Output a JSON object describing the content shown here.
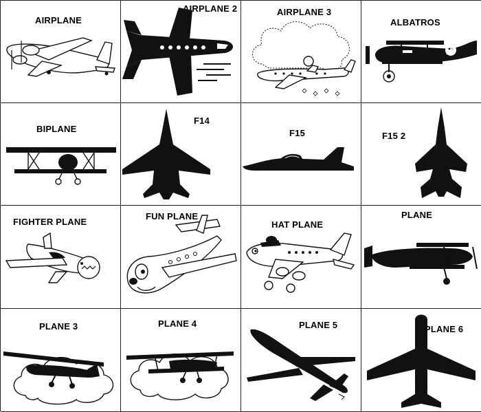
{
  "cells": [
    {
      "label": "AIRPLANE",
      "icon": "airplane-icon"
    },
    {
      "label": "AIRPLANE 2",
      "icon": "airplane-2-icon"
    },
    {
      "label": "AIRPLANE 3",
      "icon": "airplane-3-icon"
    },
    {
      "label": "ALBATROS",
      "icon": "albatros-icon"
    },
    {
      "label": "BIPLANE",
      "icon": "biplane-icon"
    },
    {
      "label": "F14",
      "icon": "f14-icon"
    },
    {
      "label": "F15",
      "icon": "f15-icon"
    },
    {
      "label": "F15 2",
      "icon": "f15-2-icon"
    },
    {
      "label": "FIGHTER PLANE",
      "icon": "fighter-plane-icon"
    },
    {
      "label": "FUN PLANE",
      "icon": "fun-plane-icon"
    },
    {
      "label": "HAT PLANE",
      "icon": "hat-plane-icon"
    },
    {
      "label": "PLANE",
      "icon": "plane-icon"
    },
    {
      "label": "PLANE 3",
      "icon": "plane-3-icon"
    },
    {
      "label": "PLANE 4",
      "icon": "plane-4-icon"
    },
    {
      "label": "PLANE 5",
      "icon": "plane-5-icon"
    },
    {
      "label": "PLANE 6",
      "icon": "plane-6-icon"
    }
  ]
}
